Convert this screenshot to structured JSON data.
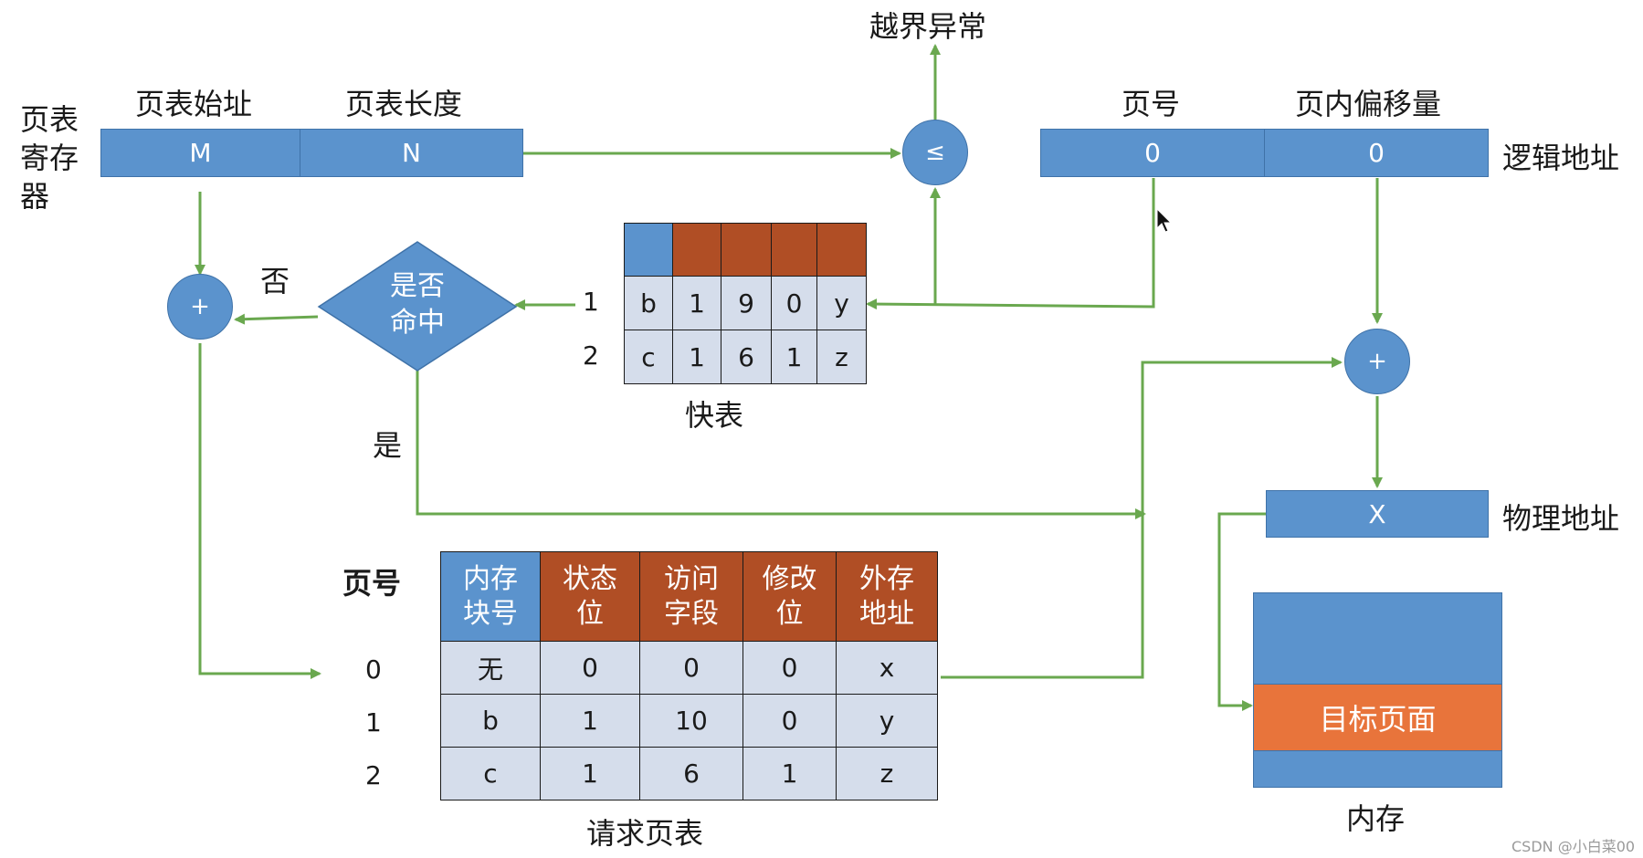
{
  "page_table_register": {
    "label": "页表寄存器",
    "label_lines": [
      "页表",
      "寄存",
      "器"
    ],
    "start_header": "页表始址",
    "length_header": "页表长度",
    "start_value": "M",
    "length_value": "N"
  },
  "compare": {
    "symbol": "≤",
    "overflow_label": "越界异常"
  },
  "logical_address": {
    "label": "逻辑地址",
    "page_header": "页号",
    "offset_header": "页内偏移量",
    "page_value": "0",
    "offset_value": "0"
  },
  "tlb": {
    "label": "快表",
    "rows": [
      {
        "index": "1",
        "cells": [
          "b",
          "1",
          "9",
          "0",
          "y"
        ]
      },
      {
        "index": "2",
        "cells": [
          "c",
          "1",
          "6",
          "1",
          "z"
        ]
      }
    ]
  },
  "hit_decision": {
    "lines": [
      "是否",
      "命中"
    ],
    "no_label": "否",
    "yes_label": "是"
  },
  "adder_left": {
    "symbol": "+"
  },
  "adder_right": {
    "symbol": "+"
  },
  "physical_address": {
    "label": "物理地址",
    "value": "X"
  },
  "request_page_table": {
    "label": "请求页表",
    "page_no_header": "页号",
    "headers": [
      [
        "内存",
        "块号"
      ],
      [
        "状态",
        "位"
      ],
      [
        "访问",
        "字段"
      ],
      [
        "修改",
        "位"
      ],
      [
        "外存",
        "地址"
      ]
    ],
    "rows": [
      {
        "index": "0",
        "cells": [
          "无",
          "0",
          "0",
          "0",
          "x"
        ]
      },
      {
        "index": "1",
        "cells": [
          "b",
          "1",
          "10",
          "0",
          "y"
        ]
      },
      {
        "index": "2",
        "cells": [
          "c",
          "1",
          "6",
          "1",
          "z"
        ]
      }
    ]
  },
  "memory": {
    "label": "内存",
    "target_page": "目标页面"
  },
  "watermark": "CSDN @小白菜00",
  "colors": {
    "blue": "#5b93cd",
    "rust": "#b04e25",
    "orange": "#e8743b",
    "light_cell": "#d5ddeb",
    "arrow_green": "#6aa84f"
  }
}
